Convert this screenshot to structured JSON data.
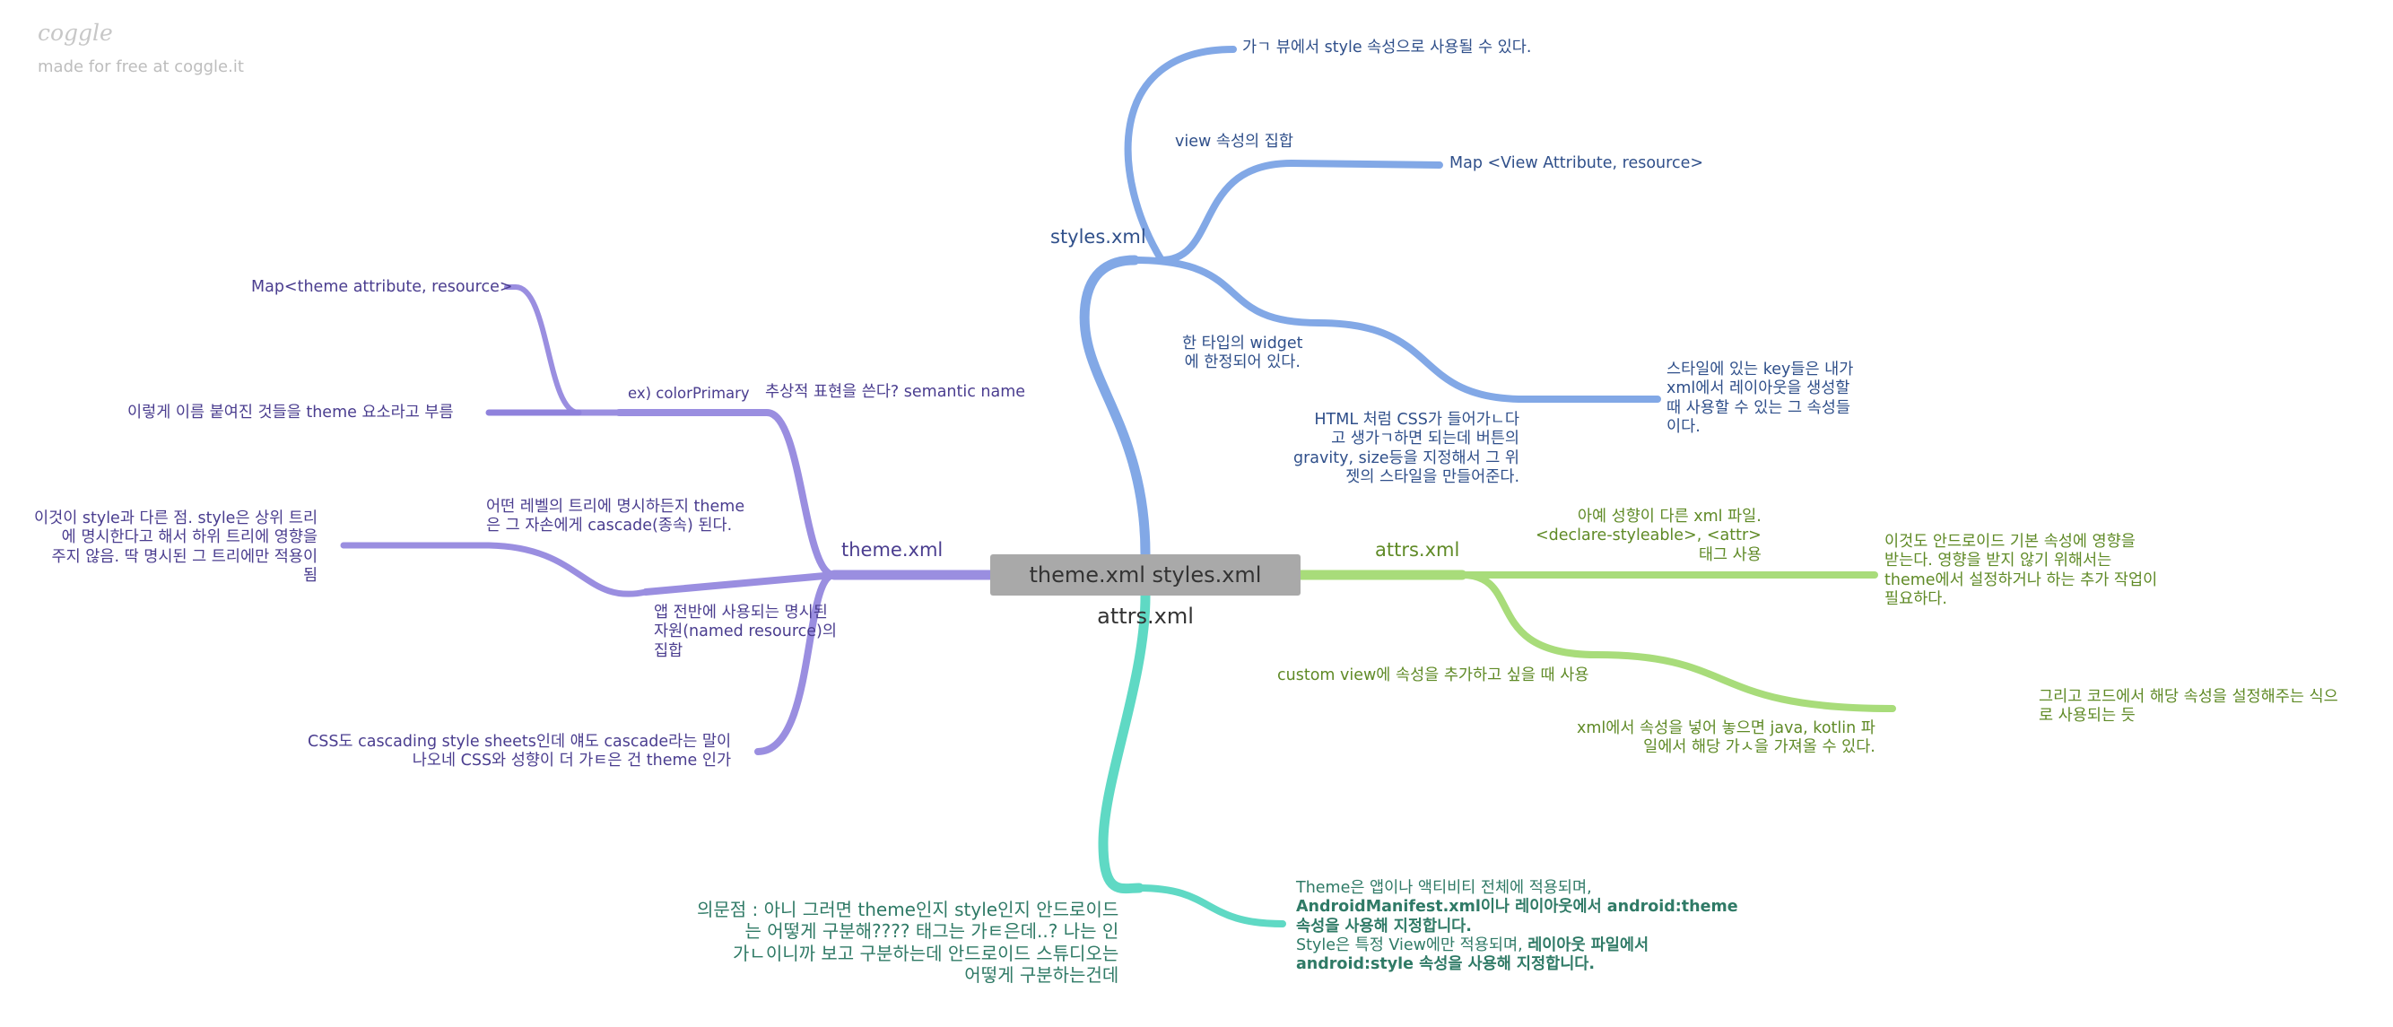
{
  "logo": "coggle",
  "made_for": "made for free at coggle.it",
  "center": "theme.xml styles.xml attrs.xml",
  "styles": {
    "label": "styles.xml",
    "ga_view": "가ㄱ 뷰에서 style 속성으로 사용될 수 있다.",
    "view_set": "view 속성의 집합",
    "map_view": "Map <View Attribute, resource>",
    "widget_line1": "한 타입의 widget",
    "widget_line2": "에 한정되어 있다.",
    "keys_l1": "스타일에 있는 key들은 내가",
    "keys_l2": "xml에서 레이아웃을 생성할",
    "keys_l3": "때 사용할 수 있는 그 속성들",
    "keys_l4": "이다.",
    "css_l1": "HTML 처럼 CSS가 들어가ㄴ다",
    "css_l2": "고 생가ㄱ하면 되는데 버튼의",
    "css_l3": "gravity, size등을 지정해서 그 위",
    "css_l4": "젯의 스타일을 만들어준다."
  },
  "theme": {
    "label": "theme.xml",
    "semantic": "추상적 표현을 쓴다? semantic name",
    "color_primary": "ex) colorPrimary",
    "map_theme": "Map<theme attribute, resource>",
    "named": "이렇게 이름 붙여진 것들을 theme 요소라고 부름",
    "cascade_l1": "어떤 레벨의 트리에 명시하든지 theme",
    "cascade_l2": "은 그 자손에게 cascade(종속) 된다.",
    "diff_l1": "이것이 style과 다른 점. style은 상위 트리",
    "diff_l2": "에 명시한다고 해서 하위 트리에 영향을",
    "diff_l3": "주지 않음. 딱 명시된 그 트리에만 적용이",
    "diff_l4": "됨",
    "app_l1": "앱 전반에 사용되는 명시된",
    "app_l2": "자원(named resource)의",
    "app_l3": "집합",
    "css_cascade_l1": "CSS도 cascading style sheets인데 얘도 cascade라는 말이",
    "css_cascade_l2": "나오네 CSS와 성향이 더 가ㅌ은 건 theme 인가"
  },
  "attrs": {
    "label": "attrs.xml",
    "declare_l1": "아예 성향이 다른 xml 파일.",
    "declare_l2": "<declare-styleable>, <attr>",
    "declare_l3": "태그 사용",
    "android_l1": "이것도 안드로이드 기본 속성에 영향을",
    "android_l2": "받는다. 영향을 받지 않기 위해서는",
    "android_l3": "theme에서 설정하거나 하는 추가 작업이",
    "android_l4": "필요하다.",
    "custom_view": "custom view에 속성을 추가하고 싶을 때 사용",
    "code_l1": "그리고 코드에서 해당 속성을 설정해주는 식으",
    "code_l2": "로 사용되는 듯",
    "kotlin_l1": "xml에서 속성을 넣어 놓으면 java, kotlin 파",
    "kotlin_l2": "일에서 해당 가ㅅ을 가져올 수 있다."
  },
  "question": {
    "q_l1": "의문점 : 아니 그러면 theme인지 style인지 안드로이드",
    "q_l2": "는 어떻게 구분해???? 태그는 가ㅌ은데..? 나는 인",
    "q_l3": "가ㄴ이니까 보고 구분하는데 안드로이드 스튜디오는",
    "q_l4": "어떻게 구분하는건데",
    "a_l1": "Theme은 앱이나 액티비티 전체에 적용되며,",
    "a_l2_bold": "AndroidManifest.xml이나 레이아웃에서 android:theme",
    "a_l3_bold": "속성을 사용해 지정합니다.",
    "a_l4_plain": "Style은 특정 View에만 적용되며, ",
    "a_l4_bold": "레이아웃 파일에서",
    "a_l5_bold": "android:style 속성을 사용해 지정합니다."
  },
  "colors": {
    "purple": "#9a8ee0",
    "blue": "#82a8e6",
    "green": "#a8dc7a",
    "teal": "#5fd9c4",
    "center_bg": "#a9a9a9"
  }
}
